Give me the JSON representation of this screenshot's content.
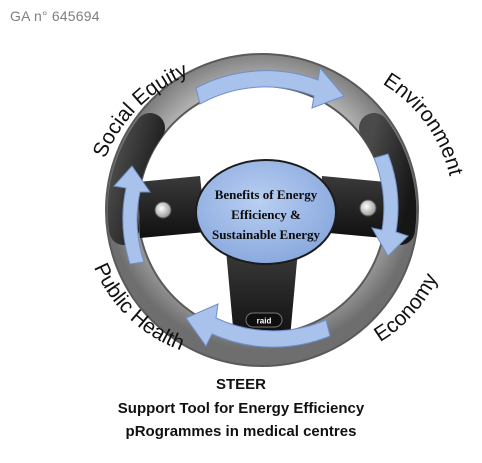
{
  "header": {
    "ga_number": "GA n° 645694"
  },
  "wheel": {
    "segments": {
      "social_equity": "Social Equity",
      "environment": "Environment",
      "economy": "Economy",
      "public_health": "Public Health"
    },
    "hub": {
      "line1": "Benefits of Energy",
      "line2": "Efficiency &",
      "line3": "Sustainable Energy"
    },
    "logo_text": "raid",
    "arrow_color": "#a9c2ec",
    "hub_color": "#9bb8e6"
  },
  "caption": {
    "title": "STEER",
    "line1": "Support Tool for Energy Efficiency",
    "line2": "pRogrammes in medical centres"
  }
}
